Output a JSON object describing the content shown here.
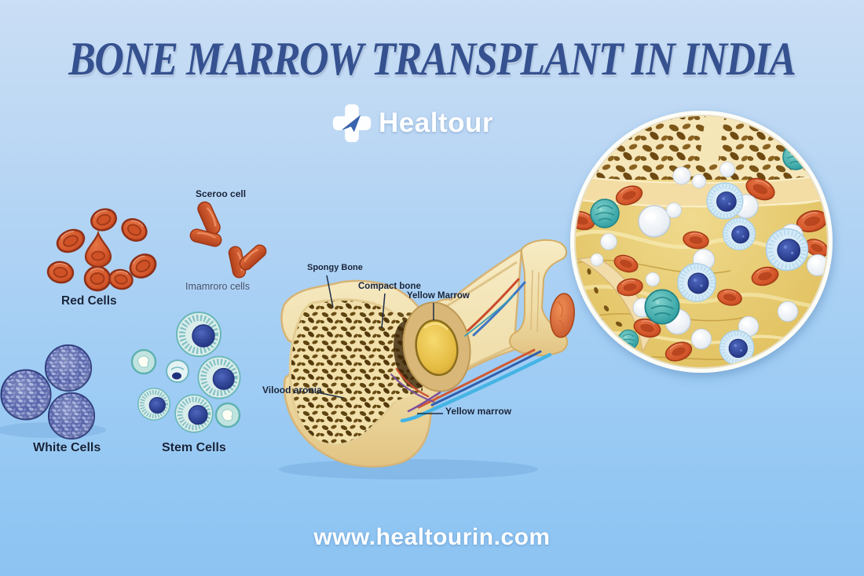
{
  "header": {
    "title": "BONE MARROW TRANSPLANT IN INDIA"
  },
  "logo": {
    "brand": "Healtour",
    "icon": "medical-cross-plane"
  },
  "cells": {
    "sceroo": "Sceroo cell",
    "imamroro": "Imamroro cells",
    "red": "Red Cells",
    "white": "White Cells",
    "stem": "Stem Cells"
  },
  "bone": {
    "spongy_bone": "Spongy Bone",
    "compact_bone": "Compact bone",
    "yellow_marrow_top": "Yellow Marrow",
    "vilood_aronia": "Vilood aronia",
    "yellow_marrow_bottom": "Yellow marrow"
  },
  "footer": {
    "website": "www.healtourin.com"
  },
  "colors": {
    "background_top": "#cadef5",
    "background_bottom": "#8cc3f2",
    "title_blue": "#35518f",
    "label_dark": "#16233b",
    "label_muted": "#44506b",
    "white_text": "#fdfeff",
    "red_cell_orange": "#d05a2f",
    "white_cell_purple": "#5663a9",
    "stem_cell_teal": "#57aab0",
    "bone_cream": "#f1e0ab",
    "spongy_brown": "#5f4410",
    "marrow_gold": "#e5c35f"
  }
}
